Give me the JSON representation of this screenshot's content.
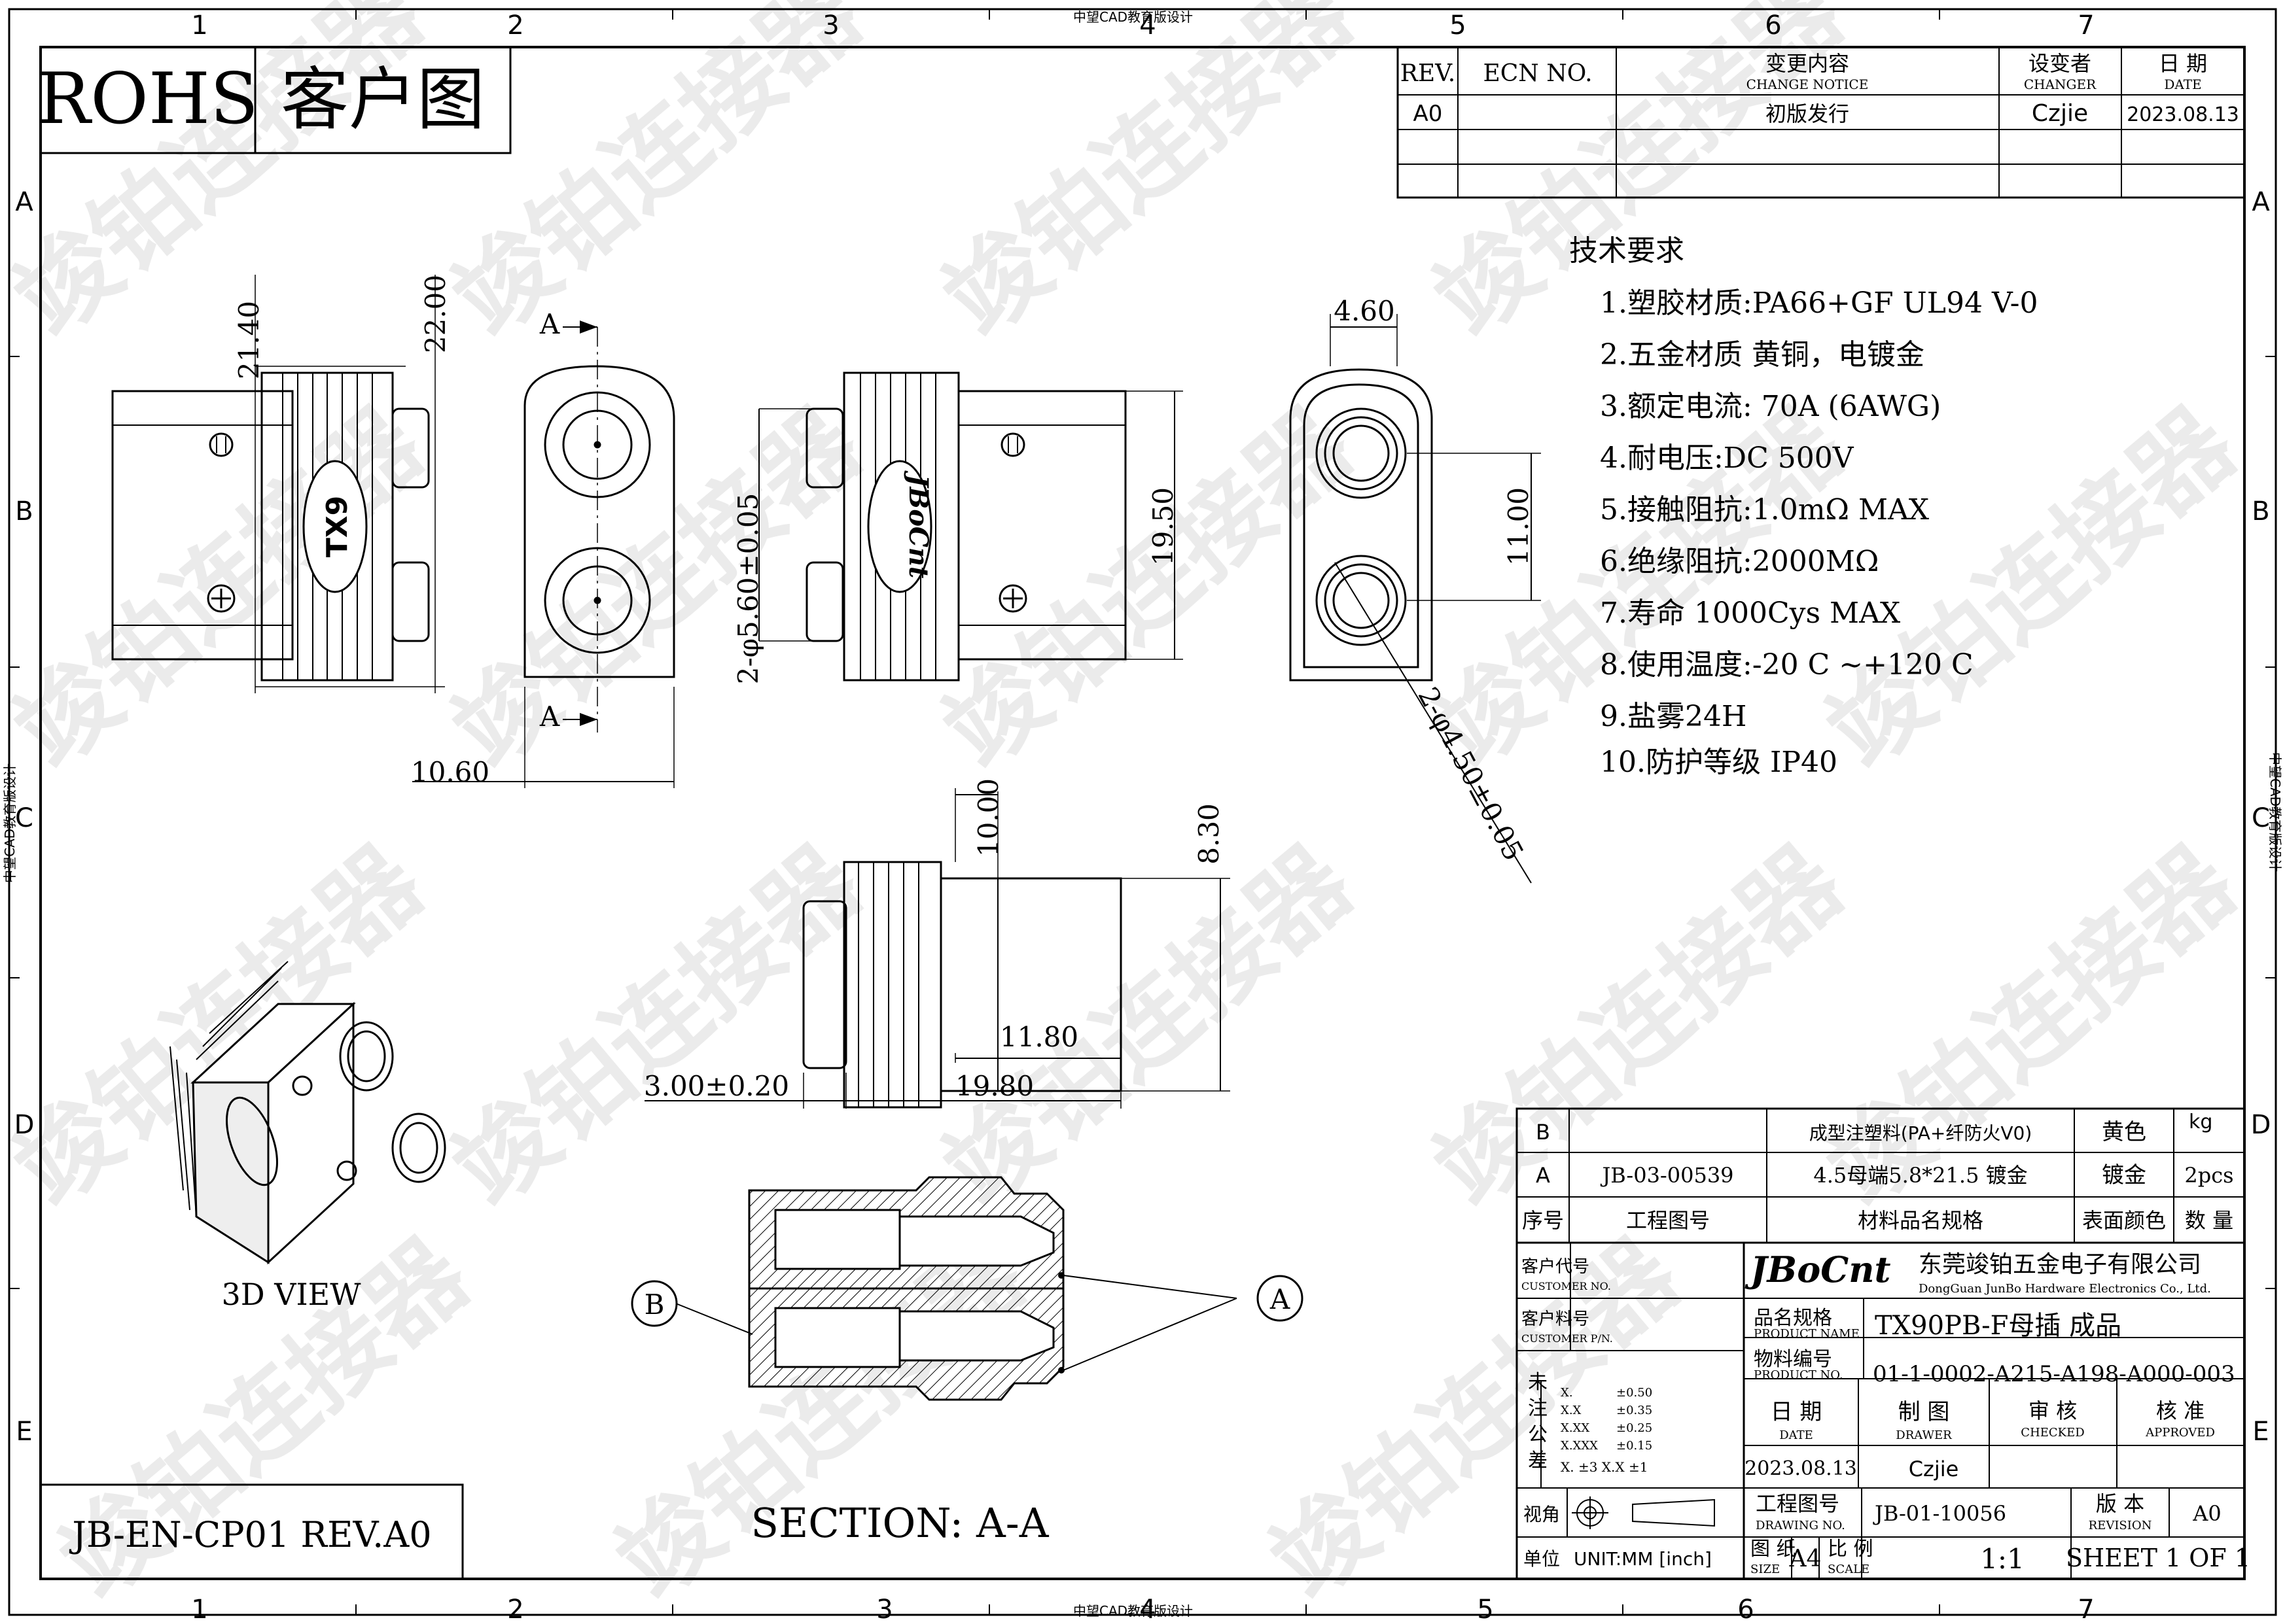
{
  "border": {
    "columns": [
      "1",
      "2",
      "3",
      "4",
      "5",
      "6",
      "7"
    ],
    "rows": [
      "A",
      "B",
      "C",
      "D",
      "E"
    ],
    "edition_note": "中望CAD教育版设计"
  },
  "watermark": "竣铂连接器",
  "title_block_tl": {
    "rohs": "ROHS",
    "title": "客户图"
  },
  "doc_code": "JB-EN-CP01 REV.A0",
  "revision_table": {
    "headers": {
      "rev": "REV.",
      "ecn": "ECN NO.",
      "change_cn": "变更内容",
      "change_en": "CHANGE NOTICE",
      "changer_cn": "设变者",
      "changer_en": "CHANGER",
      "date_cn": "日 期",
      "date_en": "DATE"
    },
    "rows": [
      {
        "rev": "A0",
        "ecn": "",
        "change": "初版发行",
        "changer": "Czjie",
        "date": "2023.08.13"
      },
      {
        "rev": "",
        "ecn": "",
        "change": "",
        "changer": "",
        "date": ""
      },
      {
        "rev": "",
        "ecn": "",
        "change": "",
        "changer": "",
        "date": ""
      }
    ]
  },
  "tech_requirements": {
    "title": "技术要求",
    "items": [
      "1.塑胶材质:PA66+GF UL94 V-0",
      "2.五金材质  黄铜，电镀金",
      "3.额定电流: 70A (6AWG)",
      "4.耐电压:DC 500V",
      "5.接触阻抗:1.0mΩ MAX",
      "6.绝缘阻抗:2000MΩ",
      "7.寿命  1000Cys MAX",
      "8.使用温度:-20  C ~+120  C",
      "9.盐雾24H",
      "10.防护等级  IP40"
    ]
  },
  "dimensions": {
    "d1": "21.40",
    "d2": "22.00",
    "d3": "10.60",
    "d4": "2-φ5.60±0.05",
    "d5": "19.50",
    "d6": "4.60",
    "d7": "11.00",
    "d8": "2-φ4.50±0.05",
    "d9": "10.00",
    "d10": "8.30",
    "d11": "11.80",
    "d12": "3.00±0.20",
    "d13": "19.80"
  },
  "view_labels": {
    "section_mark": "A",
    "view3d": "3D VIEW",
    "section": "SECTION: A-A",
    "balloon_a": "A",
    "balloon_b": "B",
    "tx9": "TX9",
    "bocnt": "JBoCnt"
  },
  "bom": {
    "rows": [
      {
        "no": "B",
        "drawing": "",
        "material": "成型注塑料(PA+纤防火V0)",
        "color": "黄色",
        "qty": "kg"
      },
      {
        "no": "A",
        "drawing": "JB-03-00539",
        "material": "4.5母端5.8*21.5 镀金",
        "color": "镀金",
        "qty": "2pcs"
      }
    ],
    "headers": {
      "no": "序号",
      "drawing": "工程图号",
      "material": "材料品名规格",
      "color": "表面颜色",
      "qty": "数 量"
    }
  },
  "title_block": {
    "brand": "JBoCnt",
    "company_cn": "东莞竣铂五金电子有限公司",
    "company_en": "DongGuan JunBo Hardware Electronics Co., Ltd.",
    "customer_code_cn": "客户代号",
    "customer_code_en": "CUSTOMER NO.",
    "customer_pn_cn": "客户料号",
    "customer_pn_en": "CUSTOMER P/N.",
    "product_name_cn": "品名规格",
    "product_name_en": "PRODUCT NAME",
    "product_name": "TX90PB-F母插 成品",
    "product_no_cn": "物料编号",
    "product_no_en": "PRODUCT NO.",
    "product_no": "01-1-0002-A215-A198-A000-003",
    "date_cn": "日 期",
    "date_en": "DATE",
    "drawer_cn": "制 图",
    "drawer_en": "DRAWER",
    "checked_cn": "审 核",
    "checked_en": "CHECKED",
    "approved_cn": "核 准",
    "approved_en": "APPROVED",
    "date": "2023.08.13",
    "drawer": "Czjie",
    "tol_label": [
      "未",
      "注",
      "公",
      "差"
    ],
    "tolerances": [
      {
        "fmt": "X.",
        "val": "±0.50"
      },
      {
        "fmt": "X.X",
        "val": "±0.35"
      },
      {
        "fmt": "X.XX",
        "val": "±0.25"
      },
      {
        "fmt": "X.XXX",
        "val": "±0.15"
      }
    ],
    "angle_tol": "X.  ±3   X.X  ±1",
    "view_angle": "视角",
    "drawing_no_cn": "工程图号",
    "drawing_no_en": "DRAWING NO.",
    "drawing_no": "JB-01-10056",
    "revision_cn": "版 本",
    "revision_en": "REVISION",
    "revision": "A0",
    "unit_label": "单位",
    "unit": "UNIT:MM [inch]",
    "size_cn": "图 纸",
    "size_en": "SIZE",
    "size": "A4",
    "scale_cn": "比 例",
    "scale_en": "SCALE",
    "scale": "1:1",
    "sheet": "SHEET 1 OF 1"
  }
}
